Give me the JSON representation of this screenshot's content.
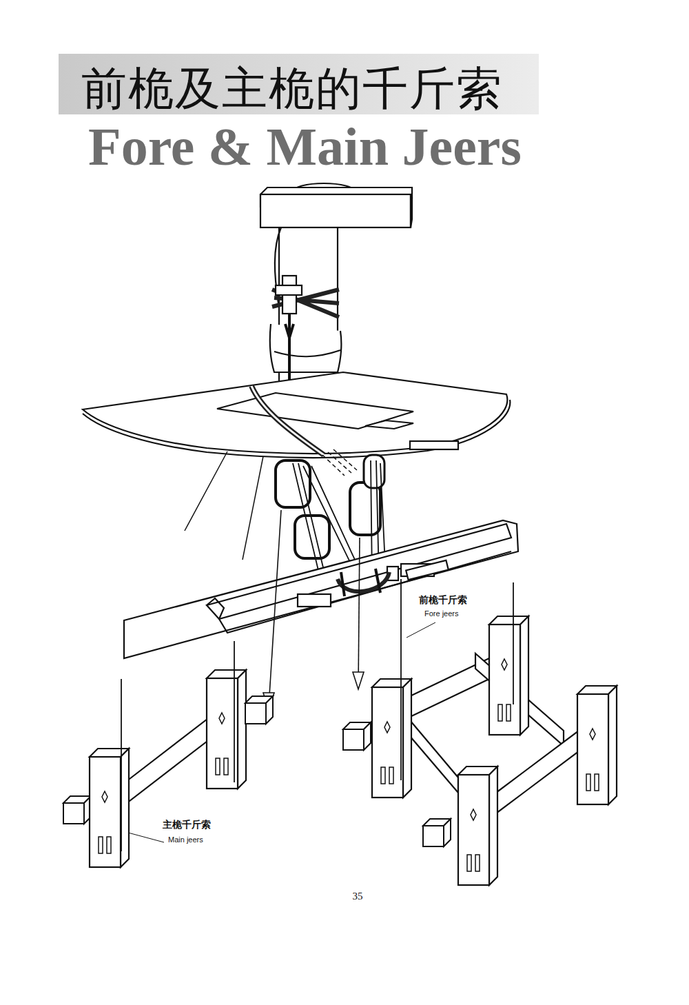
{
  "diagram": {
    "title": "前桅及主桅的千斤索",
    "labels": [
      "Fore & Main Jeers",
      "前桅千斤索",
      "Fore jeers",
      "主桅千斤索",
      "Main jeers",
      "35"
    ]
  }
}
